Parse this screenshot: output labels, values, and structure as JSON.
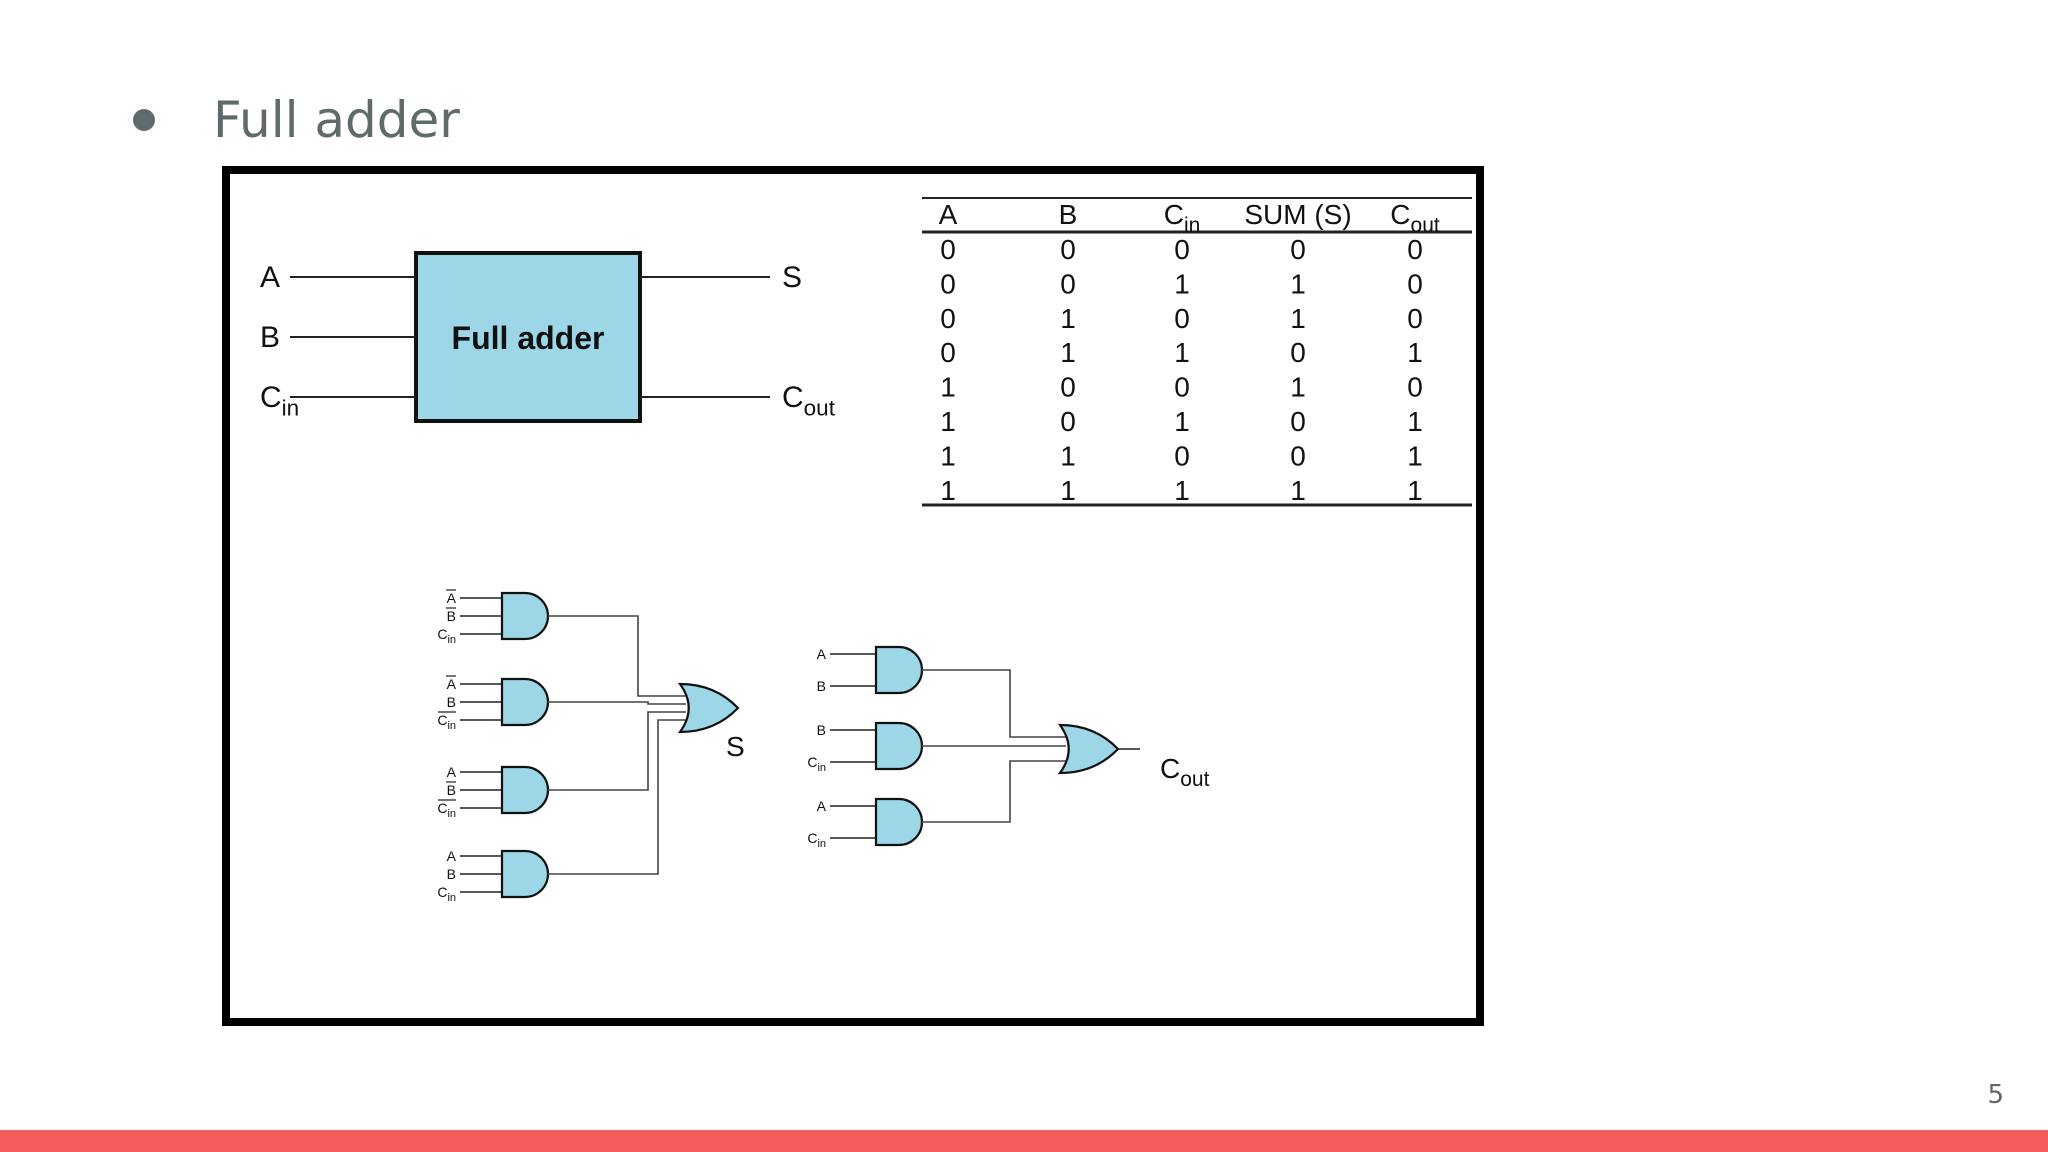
{
  "slide": {
    "title": "Full adder",
    "page_number": "5",
    "accent_color": "#f45b5b"
  },
  "block": {
    "label": "Full adder",
    "fill_color": "#9dd6e6",
    "inputs": [
      {
        "main": "A",
        "sub": ""
      },
      {
        "main": "B",
        "sub": ""
      },
      {
        "main": "C",
        "sub": "in"
      }
    ],
    "outputs": [
      {
        "main": "S",
        "sub": ""
      },
      {
        "main": "C",
        "sub": "out"
      }
    ]
  },
  "truth_table": {
    "headers": [
      {
        "main": "A",
        "sub": ""
      },
      {
        "main": "B",
        "sub": ""
      },
      {
        "main": "C",
        "sub": "in"
      },
      {
        "main": "SUM (S)",
        "sub": ""
      },
      {
        "main": "C",
        "sub": "out"
      }
    ],
    "rows": [
      [
        "0",
        "0",
        "0",
        "0",
        "0"
      ],
      [
        "0",
        "0",
        "1",
        "1",
        "0"
      ],
      [
        "0",
        "1",
        "0",
        "1",
        "0"
      ],
      [
        "0",
        "1",
        "1",
        "0",
        "1"
      ],
      [
        "1",
        "0",
        "0",
        "1",
        "0"
      ],
      [
        "1",
        "0",
        "1",
        "0",
        "1"
      ],
      [
        "1",
        "1",
        "0",
        "0",
        "1"
      ],
      [
        "1",
        "1",
        "1",
        "1",
        "1"
      ]
    ]
  },
  "sum_circuit": {
    "gates": [
      {
        "inputs": [
          {
            "label": "A",
            "sub": "",
            "bar": true
          },
          {
            "label": "B",
            "sub": "",
            "bar": true
          },
          {
            "label": "C",
            "sub": "in",
            "bar": false
          }
        ]
      },
      {
        "inputs": [
          {
            "label": "A",
            "sub": "",
            "bar": true
          },
          {
            "label": "B",
            "sub": "",
            "bar": false
          },
          {
            "label": "C",
            "sub": "in",
            "bar": true
          }
        ]
      },
      {
        "inputs": [
          {
            "label": "A",
            "sub": "",
            "bar": false
          },
          {
            "label": "B",
            "sub": "",
            "bar": true
          },
          {
            "label": "C",
            "sub": "in",
            "bar": true
          }
        ]
      },
      {
        "inputs": [
          {
            "label": "A",
            "sub": "",
            "bar": false
          },
          {
            "label": "B",
            "sub": "",
            "bar": false
          },
          {
            "label": "C",
            "sub": "in",
            "bar": false
          }
        ]
      }
    ],
    "output": {
      "main": "S",
      "sub": ""
    }
  },
  "carry_circuit": {
    "gates": [
      {
        "inputs": [
          {
            "label": "A",
            "sub": ""
          },
          {
            "label": "B",
            "sub": ""
          }
        ]
      },
      {
        "inputs": [
          {
            "label": "B",
            "sub": ""
          },
          {
            "label": "C",
            "sub": "in"
          }
        ]
      },
      {
        "inputs": [
          {
            "label": "A",
            "sub": ""
          },
          {
            "label": "C",
            "sub": "in"
          }
        ]
      }
    ],
    "output": {
      "main": "C",
      "sub": "out"
    }
  }
}
